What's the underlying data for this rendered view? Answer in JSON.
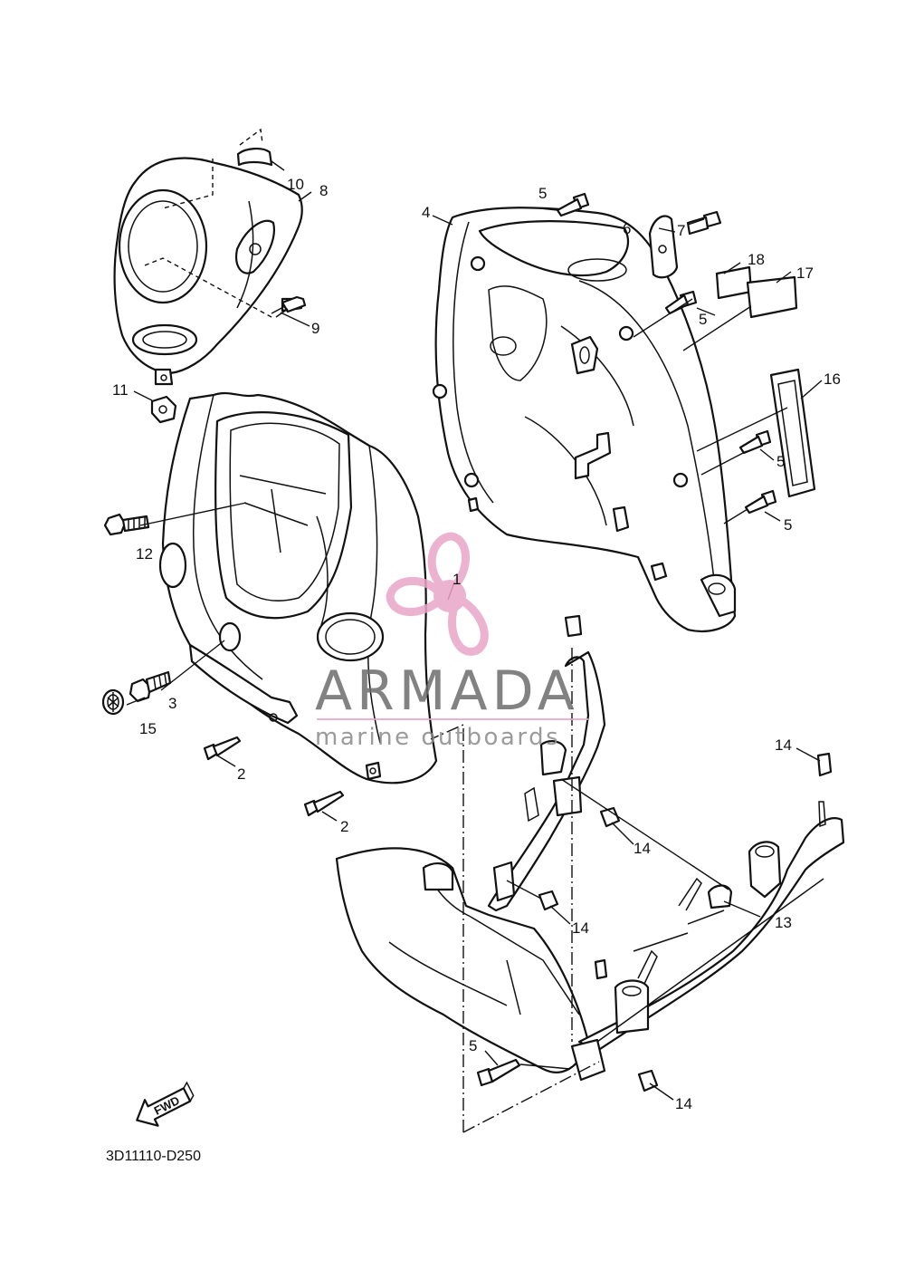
{
  "diagram_code": "3D11110-D250",
  "fwd_label": "FWD",
  "watermark": {
    "brand": "ARMADA",
    "tagline": "marine outboards",
    "accent_color": "#e8a6c8",
    "text_color": "#6d6d6d",
    "icon": "propeller-icon"
  },
  "callouts": [
    {
      "id": "c1",
      "label": "1"
    },
    {
      "id": "c2a",
      "label": "2"
    },
    {
      "id": "c2b",
      "label": "2"
    },
    {
      "id": "c3",
      "label": "3"
    },
    {
      "id": "c4",
      "label": "4"
    },
    {
      "id": "c5a",
      "label": "5"
    },
    {
      "id": "c5b",
      "label": "5"
    },
    {
      "id": "c5c",
      "label": "5"
    },
    {
      "id": "c5d",
      "label": "5"
    },
    {
      "id": "c5e",
      "label": "5"
    },
    {
      "id": "c6",
      "label": "6"
    },
    {
      "id": "c7",
      "label": "7"
    },
    {
      "id": "c8",
      "label": "8"
    },
    {
      "id": "c9",
      "label": "9"
    },
    {
      "id": "c10",
      "label": "10"
    },
    {
      "id": "c11",
      "label": "11"
    },
    {
      "id": "c12",
      "label": "12"
    },
    {
      "id": "c13",
      "label": "13"
    },
    {
      "id": "c14a",
      "label": "14"
    },
    {
      "id": "c14b",
      "label": "14"
    },
    {
      "id": "c14c",
      "label": "14"
    },
    {
      "id": "c14d",
      "label": "14"
    },
    {
      "id": "c15",
      "label": "15"
    },
    {
      "id": "c16",
      "label": "16"
    },
    {
      "id": "c17",
      "label": "17"
    },
    {
      "id": "c18",
      "label": "18"
    }
  ]
}
